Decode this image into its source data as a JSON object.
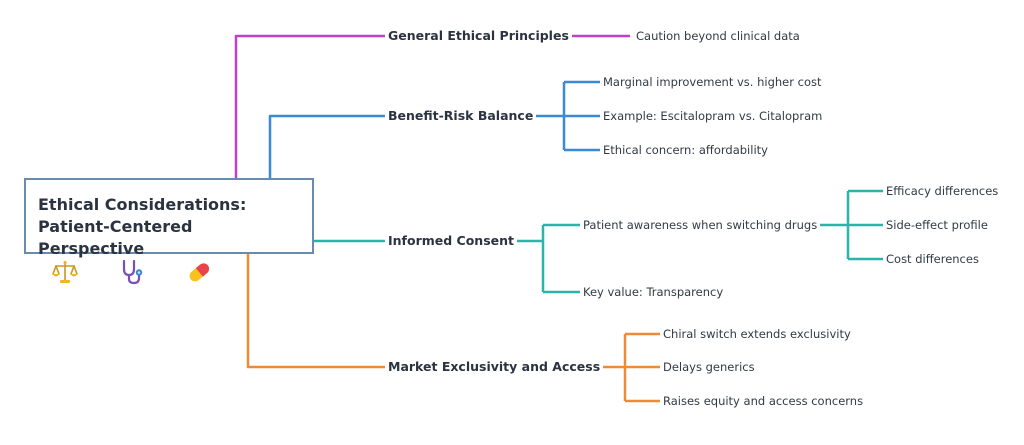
{
  "root": {
    "title": "Ethical Considerations: Patient-Centered Perspective"
  },
  "icons": [
    "balance-scale-icon",
    "stethoscope-icon",
    "pill-icon"
  ],
  "colors": {
    "general": "#c040c8",
    "benefit": "#3a8ad6",
    "consent": "#2bb5a8",
    "market": "#ef8a35",
    "root_border": "#6a8bb0"
  },
  "branches": {
    "general": {
      "label": "General Ethical Principles",
      "children": [
        "Caution beyond clinical data"
      ]
    },
    "benefit": {
      "label": "Benefit-Risk Balance",
      "children": [
        "Marginal improvement vs. higher cost",
        "Example: Escitalopram vs. Citalopram",
        "Ethical concern: affordability"
      ]
    },
    "consent": {
      "label": "Informed Consent",
      "children": [
        {
          "label": "Patient awareness when switching drugs",
          "children": [
            "Efficacy differences",
            "Side-effect profile",
            "Cost differences"
          ]
        },
        {
          "label": "Key value: Transparency"
        }
      ]
    },
    "market": {
      "label": "Market Exclusivity and Access",
      "children": [
        "Chiral switch extends exclusivity",
        "Delays generics",
        "Raises equity and access concerns"
      ]
    }
  }
}
